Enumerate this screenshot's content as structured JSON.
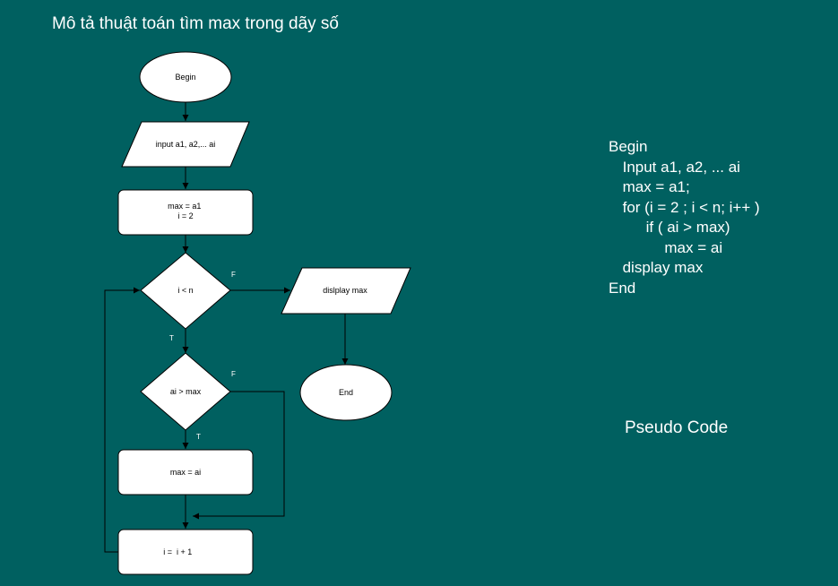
{
  "title": "Mô tả thuật toán tìm max trong dãy số",
  "flowchart": {
    "nodes": {
      "begin": {
        "lines": [
          "Begin"
        ]
      },
      "input": {
        "lines": [
          "input a1, a2,... ai"
        ]
      },
      "init": {
        "lines": [
          "max = a1",
          "i = 2"
        ]
      },
      "cond_i": {
        "lines": [
          "i < n"
        ]
      },
      "cond_ai": {
        "lines": [
          "ai > max"
        ]
      },
      "assign": {
        "lines": [
          "max = ai"
        ]
      },
      "incr": {
        "lines": [
          "i =  i + 1"
        ]
      },
      "display": {
        "lines": [
          "dislplay max"
        ]
      },
      "end": {
        "lines": [
          "End"
        ]
      }
    },
    "edge_labels": {
      "cond_i_false": "F",
      "cond_i_true": "T",
      "cond_ai_false": "F",
      "cond_ai_true": "T"
    }
  },
  "pseudocode": {
    "lines": [
      "Begin",
      "   Input a1, a2, ... ai",
      "   max = a1;",
      "   for (i = 2 ; i < n; i++ )",
      "        if ( ai > max)",
      "            max = ai",
      "   display max",
      "End"
    ],
    "caption": "Pseudo Code"
  },
  "colors": {
    "background": "#006060",
    "shape_fill": "#ffffff",
    "stroke": "#000000",
    "text_light": "#ffffff"
  }
}
